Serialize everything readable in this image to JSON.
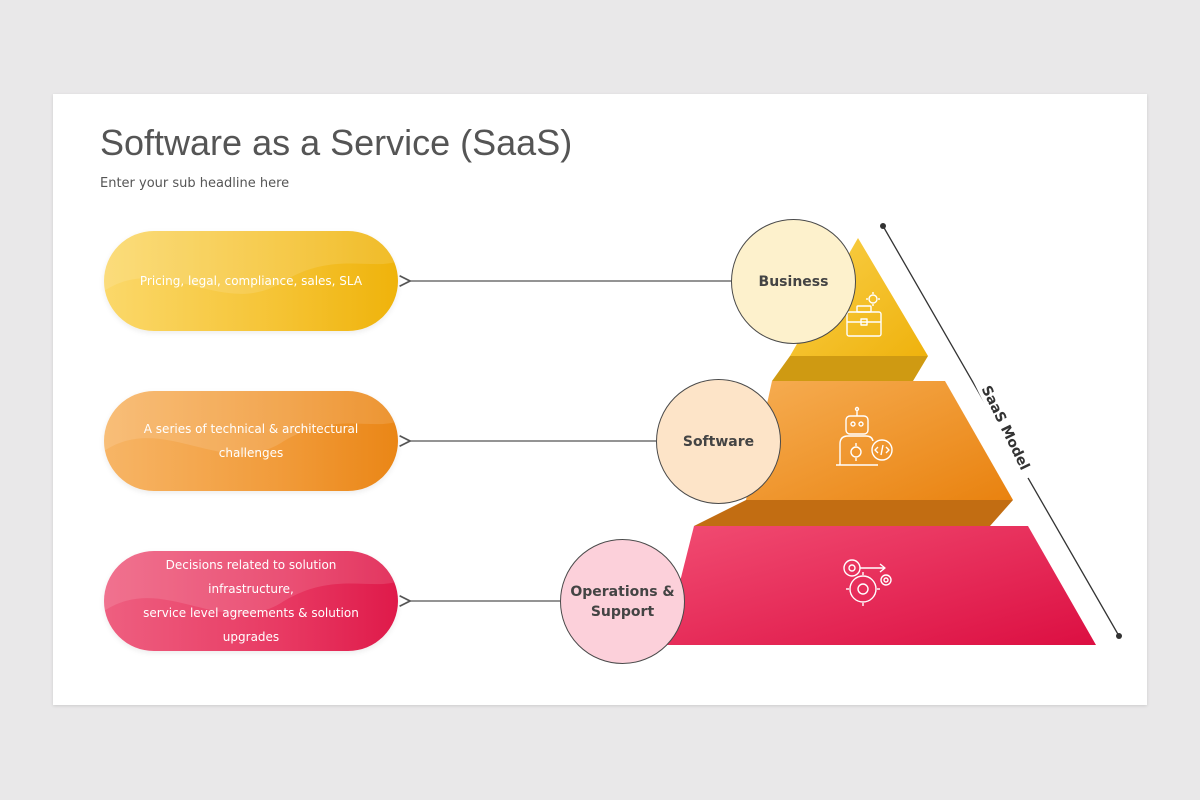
{
  "slide": {
    "title": "Software as a Service (SaaS)",
    "subtitle": "Enter your sub headline here"
  },
  "side_label": "SaaS Model",
  "levels": [
    {
      "name": "Business",
      "description": "Pricing, legal, compliance, sales, SLA",
      "icon": "briefcase-gear-icon",
      "color": "#f5c02a"
    },
    {
      "name": "Software",
      "description_lines": [
        "A series of technical & architectural",
        "challenges"
      ],
      "icon": "robot-code-icon",
      "color": "#f0962c"
    },
    {
      "name_lines": [
        "Operations &",
        "Support"
      ],
      "description_lines": [
        "Decisions related to solution infrastructure,",
        "service level agreements & solution",
        "upgrades"
      ],
      "icon": "gears-process-icon",
      "color": "#e83a63"
    }
  ]
}
